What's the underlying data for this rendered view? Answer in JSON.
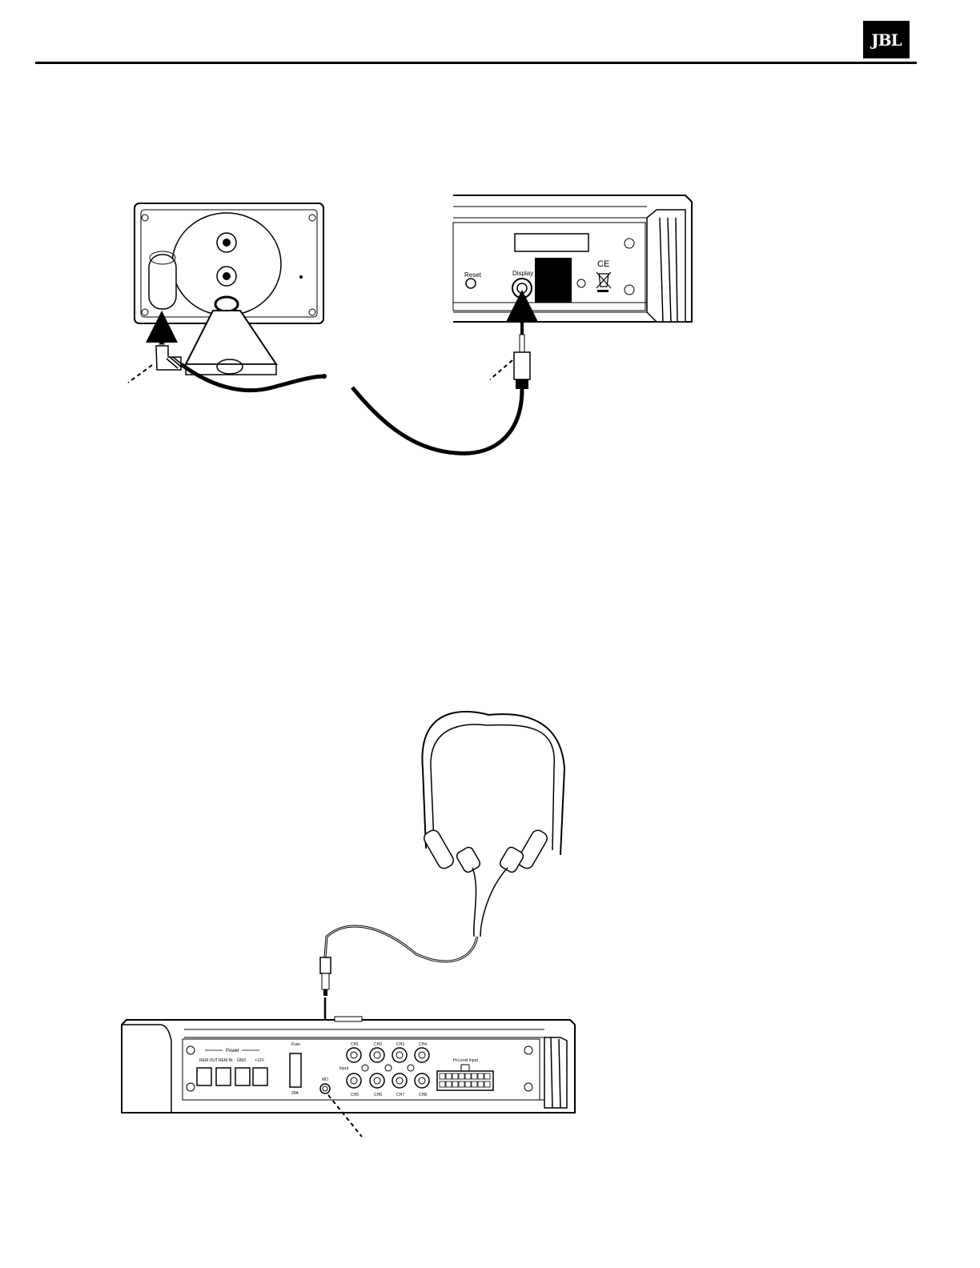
{
  "brand": {
    "logo_text": "JBL"
  },
  "figure1": {
    "head_unit": {
      "reset_label": "Reset",
      "display_label": "Display",
      "ce_mark": "CE"
    }
  },
  "figure2": {
    "amp": {
      "power_group_label": "Power",
      "remote_out": "REM OUT",
      "remote_in": "REM IN",
      "gnd": "GND",
      "plus12v": "+12V",
      "fuse_label": "Fuse",
      "fuse_value": "25A",
      "mon_label": "MO",
      "input_label": "Input",
      "channels_top": [
        "CH1",
        "CH2",
        "CH3",
        "CH4"
      ],
      "channels_bottom": [
        "CH5",
        "CH6",
        "CH7",
        "CH8"
      ],
      "hilevel_label": "Hi-Level Input"
    }
  }
}
